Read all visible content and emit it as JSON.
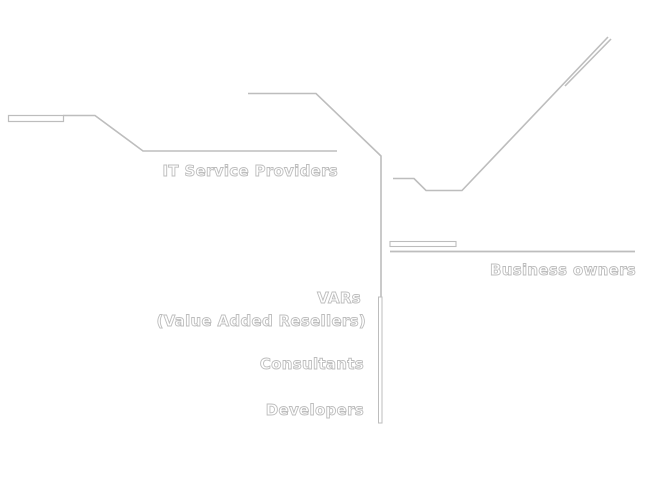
{
  "labels": {
    "it_service_providers": "IT Service Providers",
    "business_owners": "Business owners",
    "vars": "VARs",
    "vars_full": "(Value Added Resellers)",
    "consultants": "Consultants",
    "developers": "Developers"
  },
  "colors": {
    "line": "#bdbdbd",
    "line_inner": "#ffffff",
    "text_outline": "#bdbdbd"
  }
}
